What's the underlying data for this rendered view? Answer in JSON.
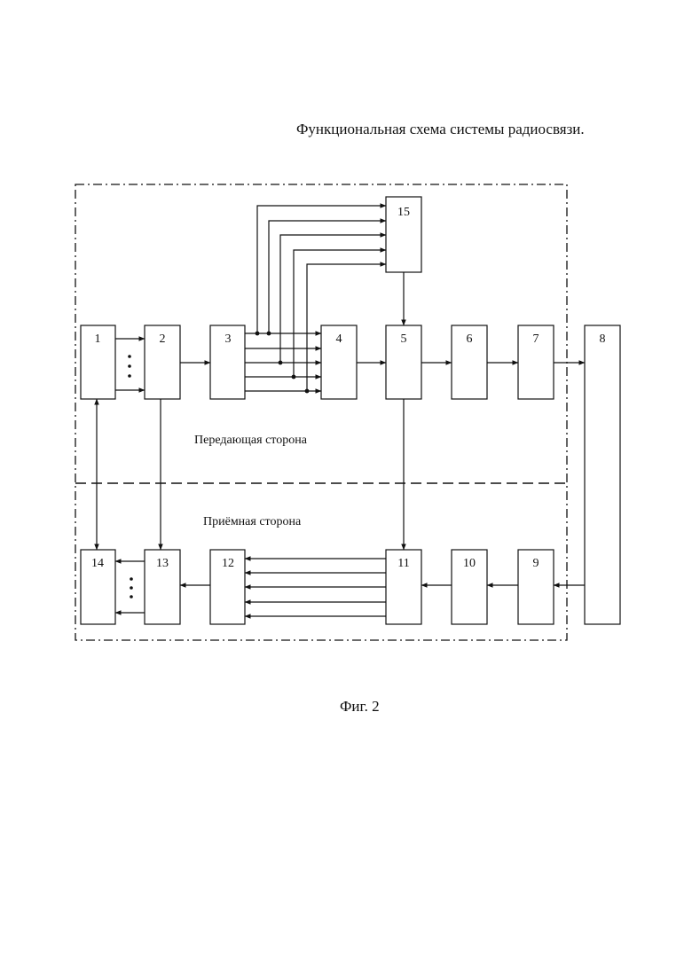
{
  "title": "Функциональная схема системы радиосвязи.",
  "caption": "Фиг. 2",
  "zones": {
    "transmit_label": "Передающая сторона",
    "receive_label": "Приёмная сторона"
  },
  "blocks": [
    "1",
    "2",
    "3",
    "4",
    "5",
    "6",
    "7",
    "8",
    "9",
    "10",
    "11",
    "12",
    "13",
    "14",
    "15"
  ],
  "colors": {
    "line": "#111111",
    "background": "#ffffff"
  }
}
